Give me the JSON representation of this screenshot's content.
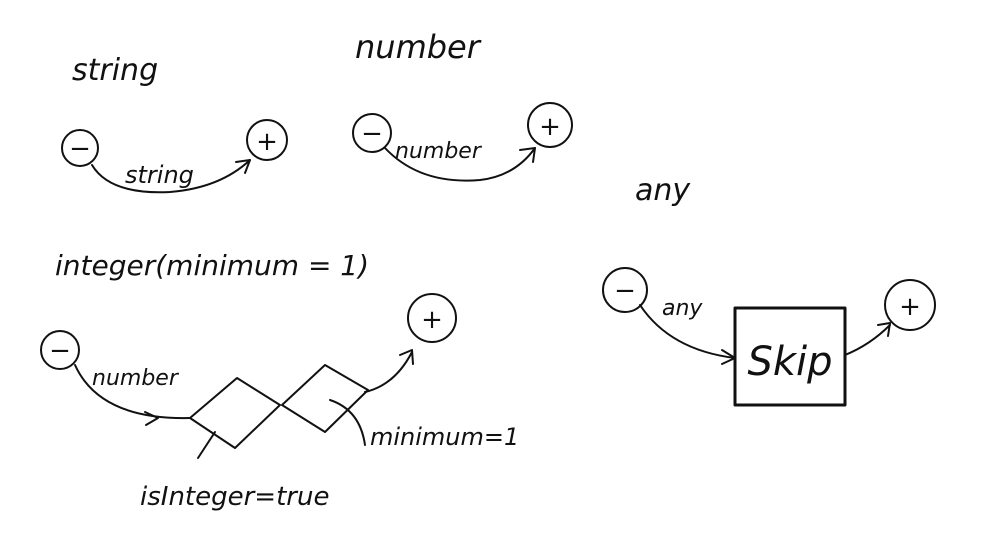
{
  "titles": {
    "string": "string",
    "number": "number",
    "any": "any",
    "integer": "integer(minimum = 1)"
  },
  "nodes": {
    "minus": "−",
    "plus": "+"
  },
  "edges": {
    "string": "string",
    "number": "number",
    "integer_number": "number",
    "any": "any"
  },
  "annotations": {
    "is_integer": "isInteger=true",
    "minimum": "minimum=1"
  },
  "boxes": {
    "skip": "Skip"
  }
}
